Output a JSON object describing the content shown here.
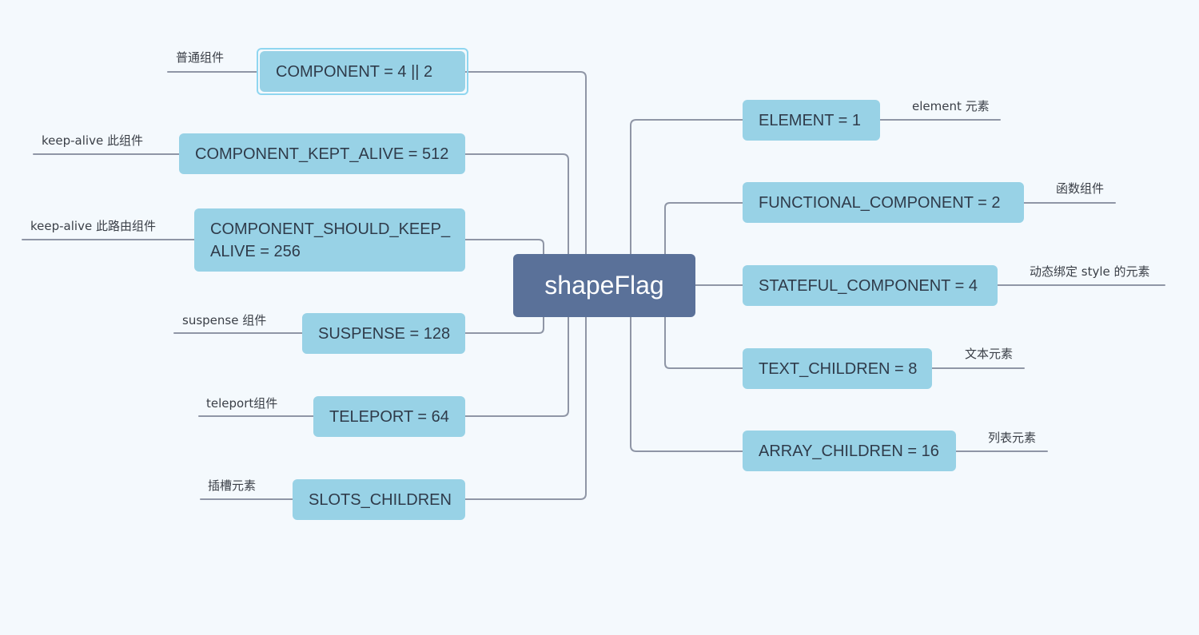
{
  "center": {
    "label": "shapeFlag"
  },
  "left_nodes": [
    {
      "label": "COMPONENT = 4 || 2",
      "note": "普通组件"
    },
    {
      "label": "COMPONENT_KEPT_ALIVE = 512",
      "note": "keep-alive 此组件"
    },
    {
      "label": "COMPONENT_SHOULD_KEEP_ ALIVE = 256",
      "note": "keep-alive 此路由组件"
    },
    {
      "label": "SUSPENSE = 128",
      "note": "suspense 组件"
    },
    {
      "label": "TELEPORT = 64",
      "note": "teleport组件"
    },
    {
      "label": "SLOTS_CHILDREN",
      "note": "插槽元素"
    }
  ],
  "right_nodes": [
    {
      "label": "ELEMENT = 1",
      "note": "element 元素"
    },
    {
      "label": "FUNCTIONAL_COMPONENT = 2",
      "note": "函数组件"
    },
    {
      "label": "STATEFUL_COMPONENT = 4",
      "note": "动态绑定 style 的元素"
    },
    {
      "label": "TEXT_CHILDREN = 8",
      "note": "文本元素"
    },
    {
      "label": "ARRAY_CHILDREN = 16",
      "note": "列表元素"
    }
  ],
  "colors": {
    "background": "#f4f9fd",
    "topic": "#98d2e6",
    "central_topic": "#5a7199",
    "connector": "#8f96a6",
    "selection": "#8fd6f0"
  }
}
